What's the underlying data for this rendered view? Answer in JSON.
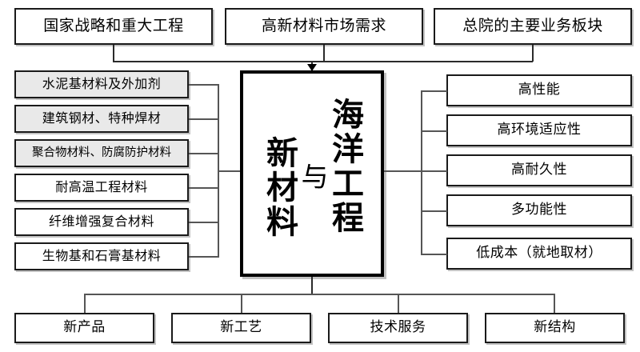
{
  "diagram": {
    "title_center": {
      "col_right": "海洋工程",
      "col_mid": "与",
      "col_left": "新材料"
    },
    "top_row": [
      {
        "label": "国家战略和重大工程"
      },
      {
        "label": "高新材料市场需求"
      },
      {
        "label": "总院的主要业务板块"
      }
    ],
    "left_column": [
      {
        "label": "水泥基材料及外加剂",
        "fill": "#e9e9e9"
      },
      {
        "label": "建筑钢材、特种焊材",
        "fill": "#e9e9e9"
      },
      {
        "label": "聚合物材料、防腐防护材料",
        "fill": "#e9e9e9"
      },
      {
        "label": "耐高温工程材料",
        "fill": "#ffffff"
      },
      {
        "label": "纤维增强复合材料",
        "fill": "#ffffff"
      },
      {
        "label": "生物基和石膏基材料",
        "fill": "#ffffff"
      }
    ],
    "right_column": [
      {
        "label": "高性能"
      },
      {
        "label": "高环境适应性"
      },
      {
        "label": "高耐久性"
      },
      {
        "label": "多功能性"
      },
      {
        "label": "低成本（就地取材）"
      }
    ],
    "bottom_row": [
      {
        "label": "新产品"
      },
      {
        "label": "新工艺"
      },
      {
        "label": "技术服务"
      },
      {
        "label": "新结构"
      }
    ],
    "colors": {
      "line": "#2b2b2b",
      "box_border": "#1a1a1a",
      "center_border": "#000000",
      "fill_white": "#ffffff",
      "fill_gray": "#e9e9e9",
      "background": "#ffffff"
    }
  }
}
